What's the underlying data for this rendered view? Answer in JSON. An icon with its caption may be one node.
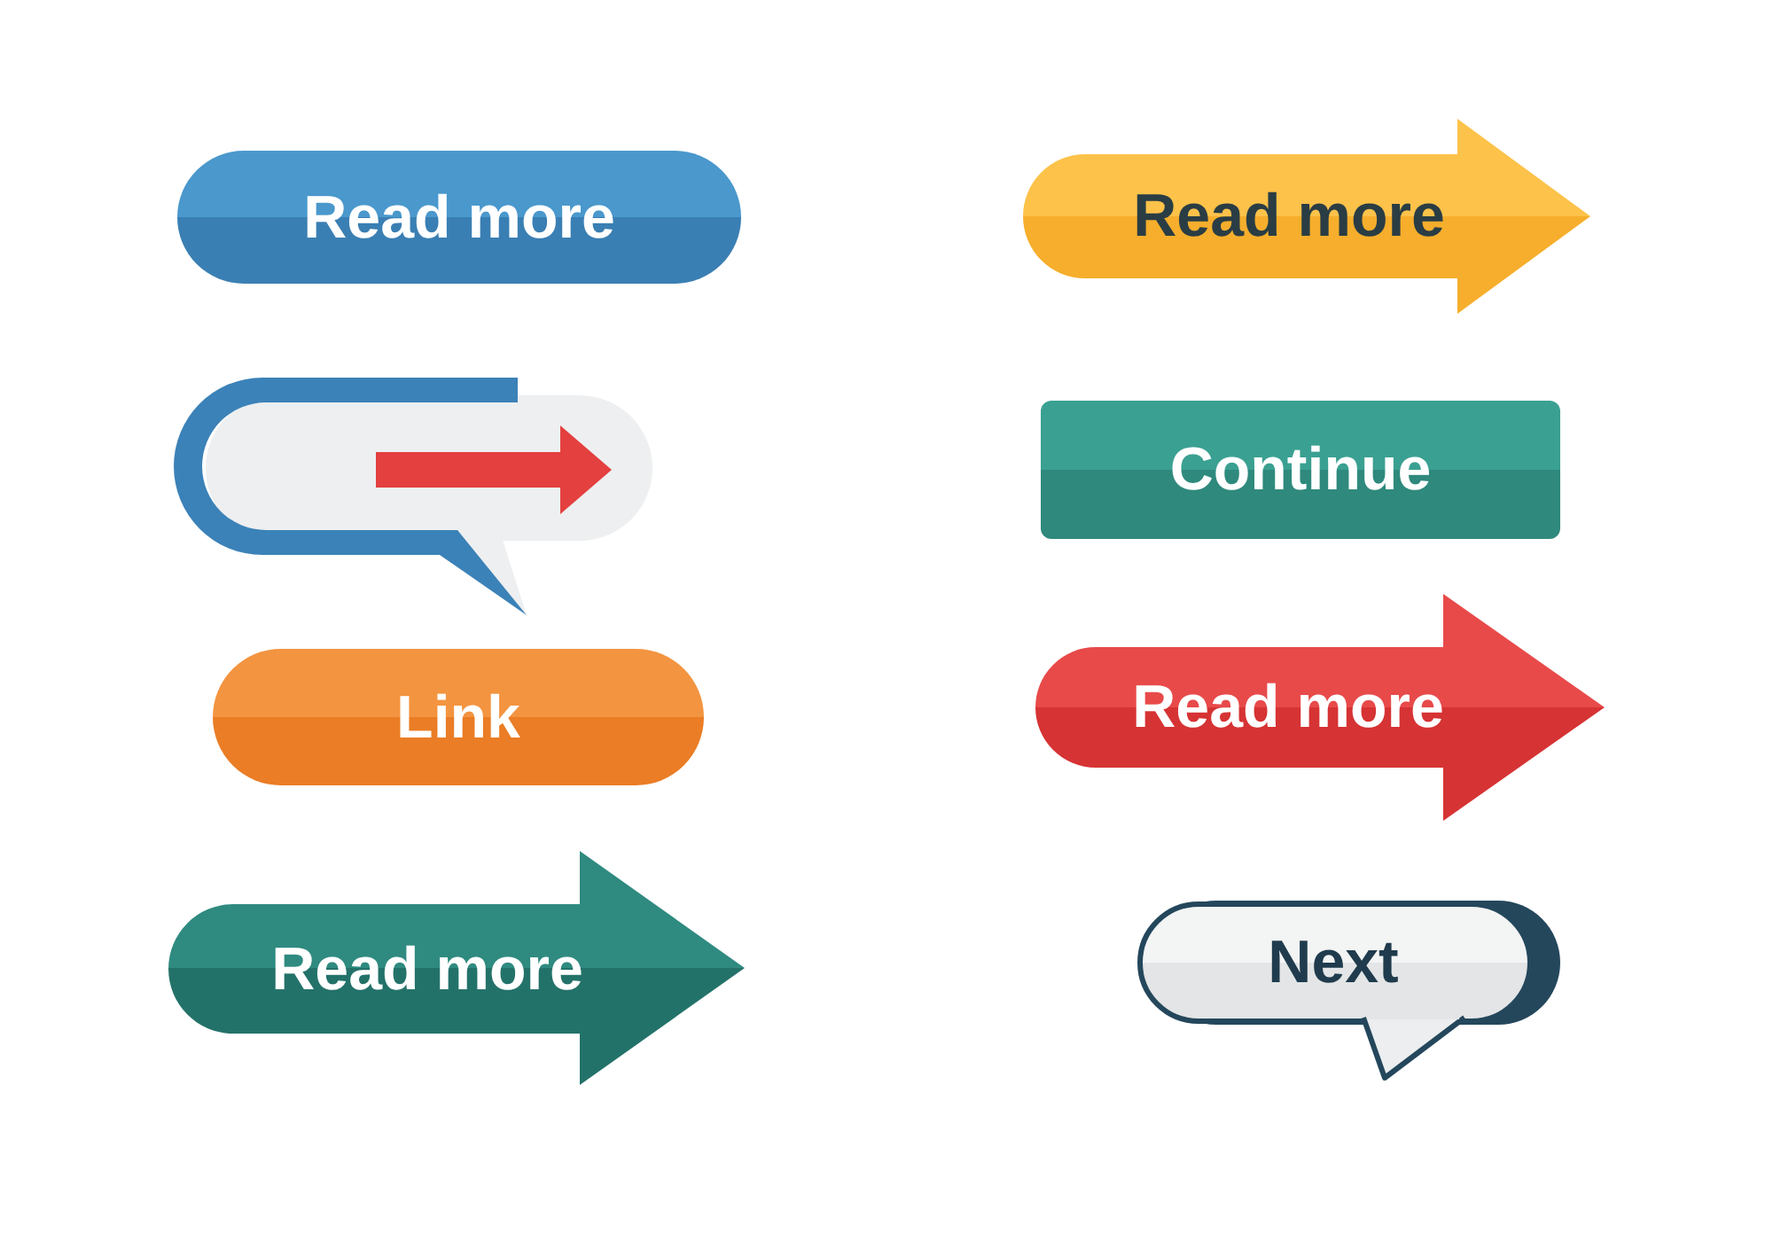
{
  "diagram": {
    "nodes": [
      {
        "text": [
          "Read more"
        ]
      },
      {
        "text": [],
        "shape": "bubble"
      },
      {
        "text": [
          "Link"
        ]
      },
      {
        "text": [
          "Read more"
        ]
      },
      {
        "text": [
          "Read more"
        ]
      },
      {
        "text": [
          "Continue"
        ]
      },
      {
        "text": [
          "Read more"
        ]
      },
      {
        "text": [
          "Next"
        ]
      }
    ]
  }
}
